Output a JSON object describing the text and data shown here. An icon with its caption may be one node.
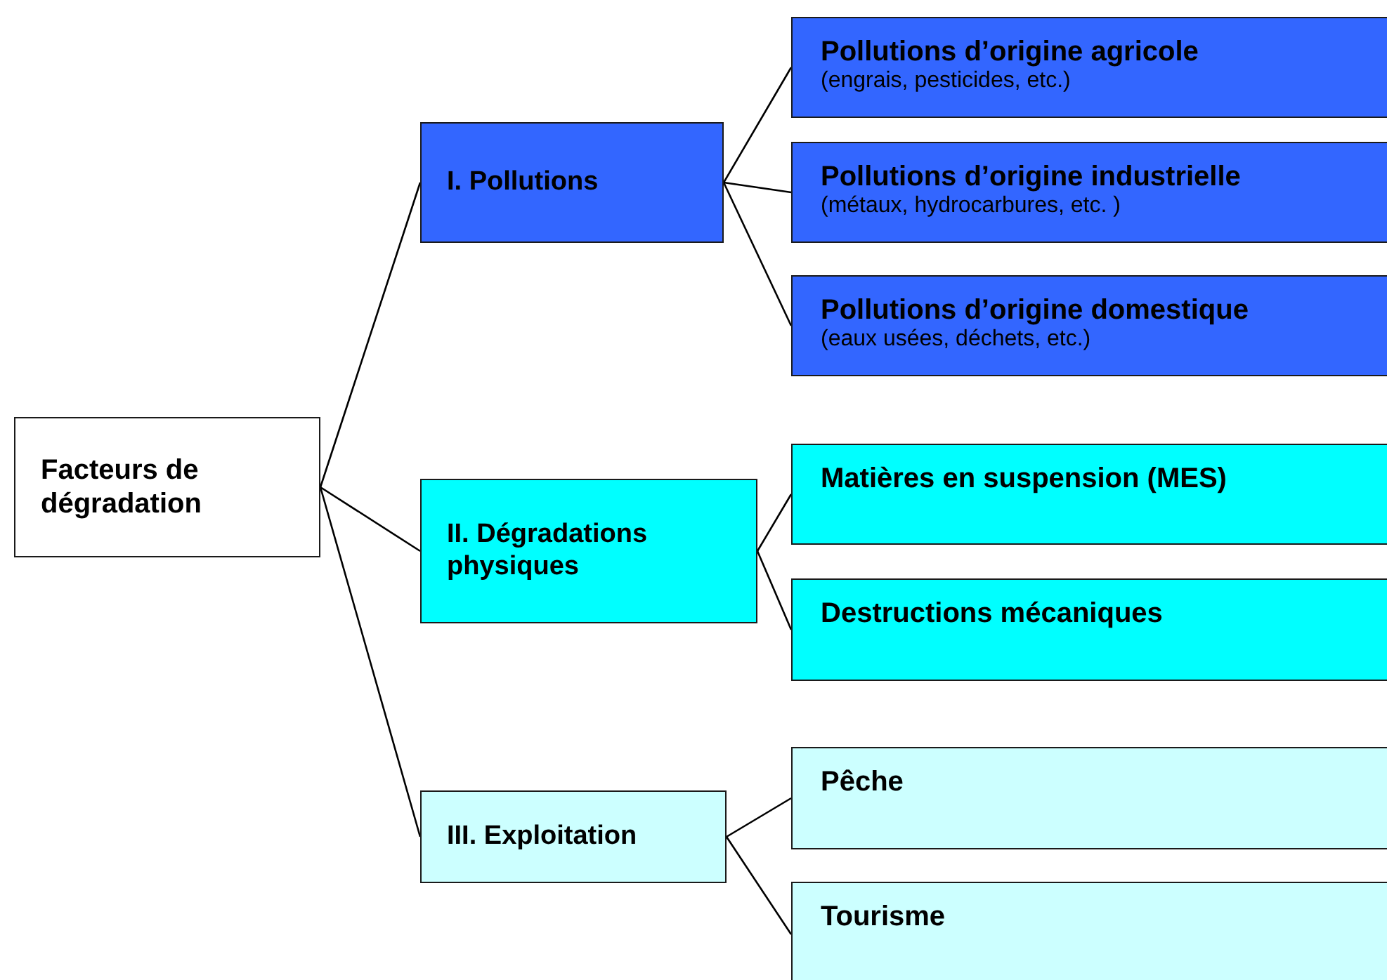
{
  "diagram": {
    "nodes": [
      {
        "text": [
          "Facteurs de dégradation"
        ]
      },
      {
        "text": [
          "I. Pollutions"
        ]
      },
      {
        "text": [
          "II. Dégradations physiques"
        ]
      },
      {
        "text": [
          "III. Exploitation"
        ]
      },
      {
        "text": [
          "Pollutions d’origine agricole",
          "(engrais, pesticides, etc.)"
        ]
      },
      {
        "text": [
          "Pollutions d’origine industrielle",
          "(métaux, hydrocarbures, etc. )"
        ]
      },
      {
        "text": [
          "Pollutions d’origine domestique",
          "(eaux usées, déchets, etc.)"
        ]
      },
      {
        "text": [
          "Matières en suspension (MES)"
        ]
      },
      {
        "text": [
          "Destructions mécaniques"
        ]
      },
      {
        "text": [
          "Pêche"
        ]
      },
      {
        "text": [
          "Tourisme"
        ]
      }
    ],
    "edges": [
      {
        "from": 0,
        "to": 1,
        "arrow": "none"
      },
      {
        "from": 0,
        "to": 2,
        "arrow": "none"
      },
      {
        "from": 0,
        "to": 3,
        "arrow": "none"
      },
      {
        "from": 1,
        "to": 4,
        "arrow": "none"
      },
      {
        "from": 1,
        "to": 5,
        "arrow": "none"
      },
      {
        "from": 1,
        "to": 6,
        "arrow": "none"
      },
      {
        "from": 2,
        "to": 7,
        "arrow": "none"
      },
      {
        "from": 2,
        "to": 8,
        "arrow": "none"
      },
      {
        "from": 3,
        "to": 9,
        "arrow": "none"
      },
      {
        "from": 3,
        "to": 10,
        "arrow": "none"
      }
    ]
  }
}
